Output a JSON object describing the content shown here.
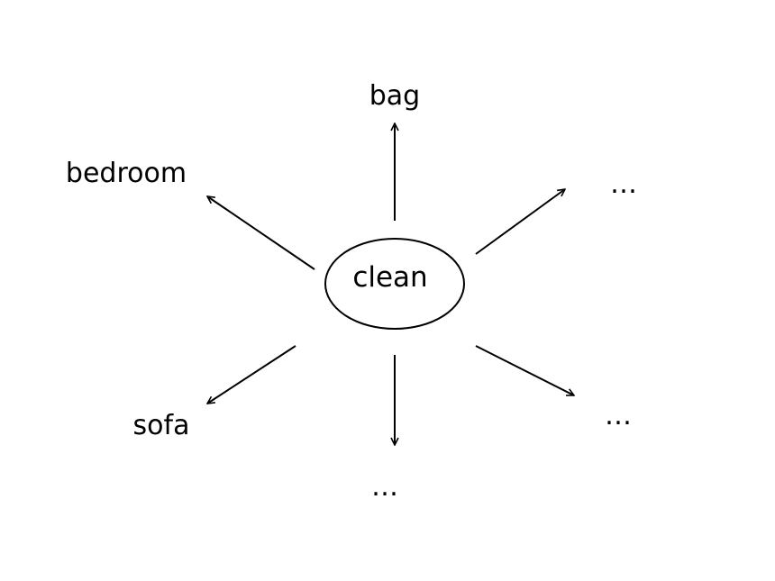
{
  "diagram": {
    "center": {
      "label": "clean"
    },
    "nodes": [
      {
        "id": "bag",
        "label": "bag"
      },
      {
        "id": "bedroom",
        "label": "bedroom"
      },
      {
        "id": "upper-right",
        "label": "…"
      },
      {
        "id": "sofa",
        "label": "sofa"
      },
      {
        "id": "bottom",
        "label": "…"
      },
      {
        "id": "lower-right",
        "label": "…"
      }
    ],
    "edges": [
      {
        "from": "clean",
        "to": "bag"
      },
      {
        "from": "clean",
        "to": "bedroom"
      },
      {
        "from": "clean",
        "to": "upper-right"
      },
      {
        "from": "clean",
        "to": "sofa"
      },
      {
        "from": "clean",
        "to": "bottom"
      },
      {
        "from": "clean",
        "to": "lower-right"
      }
    ],
    "colors": {
      "stroke": "#000000",
      "background": "#ffffff"
    }
  }
}
